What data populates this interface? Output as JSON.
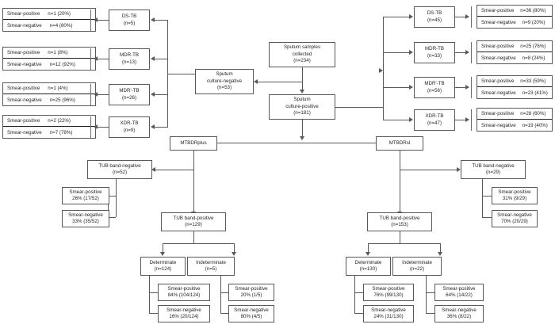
{
  "figure": {
    "type": "flow-diagram",
    "title": "Sputum sample testing flow diagram"
  },
  "nodes": {
    "samples_collected": {
      "line1": "Sputum samples",
      "line2": "collected",
      "line3": "(n=234)"
    },
    "culture_negative": {
      "line1": "Sputum",
      "line2": "culture-negative",
      "line3": "(n=53)"
    },
    "culture_positive": {
      "line1": "Sputum",
      "line2": "culture-positive",
      "line3": "(n=181)"
    },
    "mtbdrplus": {
      "line1": "MTBDRplus"
    },
    "mtbdrsl": {
      "line1": "MTBDRsl"
    }
  },
  "culture_negative_groups": [
    {
      "name": "DS-TB",
      "count": "(n=5)",
      "smear_positive_label": "Smear-positive",
      "smear_positive_value": "n=1 (20%)",
      "smear_negative_label": "Smear-negative",
      "smear_negative_value": "n=4 (80%)"
    },
    {
      "name": "MDR-TB",
      "count": "(n=13)",
      "smear_positive_label": "Smear-positive",
      "smear_positive_value": "n=1 (8%)",
      "smear_negative_label": "Smear-negative",
      "smear_negative_value": "n=12 (92%)"
    },
    {
      "name": "MDR'-TB",
      "count": "(n=26)",
      "smear_positive_label": "Smear-positive",
      "smear_positive_value": "n=1 (4%)",
      "smear_negative_label": "Smear-negative",
      "smear_negative_value": "n=25 (96%)"
    },
    {
      "name": "XDR-TB",
      "count": "(n=9)",
      "smear_positive_label": "Smear-positive",
      "smear_positive_value": "n=2 (22%)",
      "smear_negative_label": "Smear-negative",
      "smear_negative_value": "n=7 (78%)"
    }
  ],
  "culture_positive_groups": [
    {
      "name": "DS-TB",
      "count": "(n=45)",
      "smear_positive_label": "Smear-positive",
      "smear_positive_value": "n=36 (80%)",
      "smear_negative_label": "Smear-negative",
      "smear_negative_value": "n=9 (20%)"
    },
    {
      "name": "MDR-TB",
      "count": "(n=33)",
      "smear_positive_label": "Smear-positive",
      "smear_positive_value": "n=25 (76%)",
      "smear_negative_label": "Smear-negative",
      "smear_negative_value": "n=8 (24%)"
    },
    {
      "name": "MDR'-TB",
      "count": "(n=56)",
      "smear_positive_label": "Smear-positive",
      "smear_positive_value": "n=33 (59%)",
      "smear_negative_label": "Smear-negative",
      "smear_negative_value": "n=23 (41%)"
    },
    {
      "name": "XDR-TB",
      "count": "(n=47)",
      "smear_positive_label": "Smear-positive",
      "smear_positive_value": "n=28 (60%)",
      "smear_negative_label": "Smear-negative",
      "smear_negative_value": "n=19 (40%)"
    }
  ],
  "plus_branch": {
    "band_negative": {
      "line1": "TUB band-negative",
      "line2": "(n=52)"
    },
    "band_negative_results": [
      {
        "line1": "Smear-positive",
        "line2": "26% (17/52)"
      },
      {
        "line1": "Smear-negative",
        "line2": "33% (35/52)"
      }
    ],
    "band_positive": {
      "line1": "TUB band-positive",
      "line2": "(n=129)"
    },
    "determinate": {
      "line1": "Determinate",
      "line2": "(n=124)"
    },
    "determinate_results": [
      {
        "line1": "Smear-positive",
        "line2": "84% (104/124)"
      },
      {
        "line1": "Smear-negative",
        "line2": "16% (20/124)"
      }
    ],
    "indeterminate": {
      "line1": "Indeterminate",
      "line2": "(n=5)"
    },
    "indeterminate_results": [
      {
        "line1": "Smear-positive",
        "line2": "20% (1/5)"
      },
      {
        "line1": "Smear-negative",
        "line2": "80% (4/5)"
      }
    ]
  },
  "sl_branch": {
    "band_negative": {
      "line1": "TUB band-negative",
      "line2": "(n=29)"
    },
    "band_negative_results": [
      {
        "line1": "Smear-positive",
        "line2": "31% (9/29)"
      },
      {
        "line1": "Smear-negative",
        "line2": "70% (20/29)"
      }
    ],
    "band_positive": {
      "line1": "TUB band-positive",
      "line2": "(n=153)"
    },
    "determinate": {
      "line1": "Determinate",
      "line2": "(n=130)"
    },
    "determinate_results": [
      {
        "line1": "Smear-positive",
        "line2": "76% (99/130)"
      },
      {
        "line1": "Smear-negative",
        "line2": "24% (31/130)"
      }
    ],
    "indeterminate": {
      "line1": "Indeterminate",
      "line2": "(n=22)"
    },
    "indeterminate_results": [
      {
        "line1": "Smear-positive",
        "line2": "64% (14/22)"
      },
      {
        "line1": "Smear-negative",
        "line2": "36% (8/22)"
      }
    ]
  },
  "colors": {
    "stroke": "#58595b",
    "text": "#231f20",
    "background": "#ffffff"
  }
}
